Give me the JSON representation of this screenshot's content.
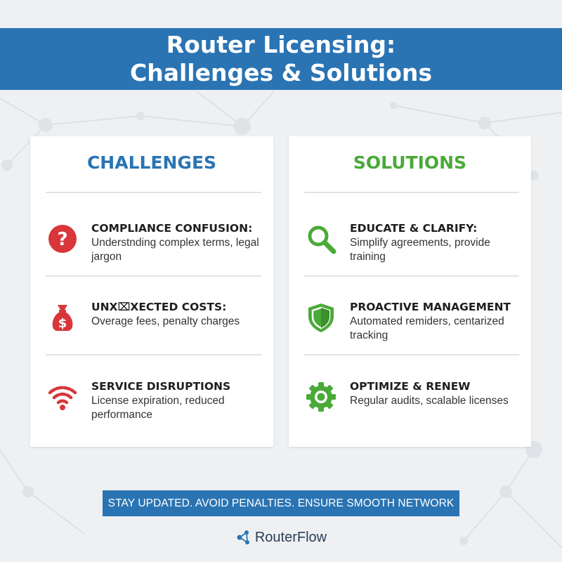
{
  "header": {
    "title_line1": "Router Licensing:",
    "title_line2": "Challenges & Solutions"
  },
  "colors": {
    "primary_blue": "#2a74b3",
    "challenge_red": "#d8363a",
    "solution_green": "#4aaa38",
    "background": "#eef0f2"
  },
  "challenges": {
    "heading": "CHALLENGES",
    "items": [
      {
        "icon": "question-icon",
        "title": "COMPLIANCE CONFUSION:",
        "desc": "Understnding complex terms, legal jargon"
      },
      {
        "icon": "money-bag-icon",
        "title": "UNX⌧XECTED COSTS:",
        "desc": "Overage fees, penalty charges"
      },
      {
        "icon": "wifi-icon",
        "title": "SERVICE DISRUPTIONS",
        "desc": "License expiration, reduced performance"
      }
    ]
  },
  "solutions": {
    "heading": "SOLUTIONS",
    "items": [
      {
        "icon": "magnifier-icon",
        "title": "EDUCATE & CLARIFY:",
        "desc": "Simplify agreements, provide training"
      },
      {
        "icon": "shield-icon",
        "title": "PROACTIVE MANAGEMENT",
        "desc": "Automated remiders, centarized tracking"
      },
      {
        "icon": "gear-icon",
        "title": "OPTIMIZE & RENEW",
        "desc": "Regular audits, scalable licenses"
      }
    ]
  },
  "banner": {
    "text": "STAY UPDATED. AVOID PENALTIES. ENSURE SMOOTH NETWORK"
  },
  "brand": {
    "name": "RouterFlow",
    "icon": "network-logo-icon"
  }
}
